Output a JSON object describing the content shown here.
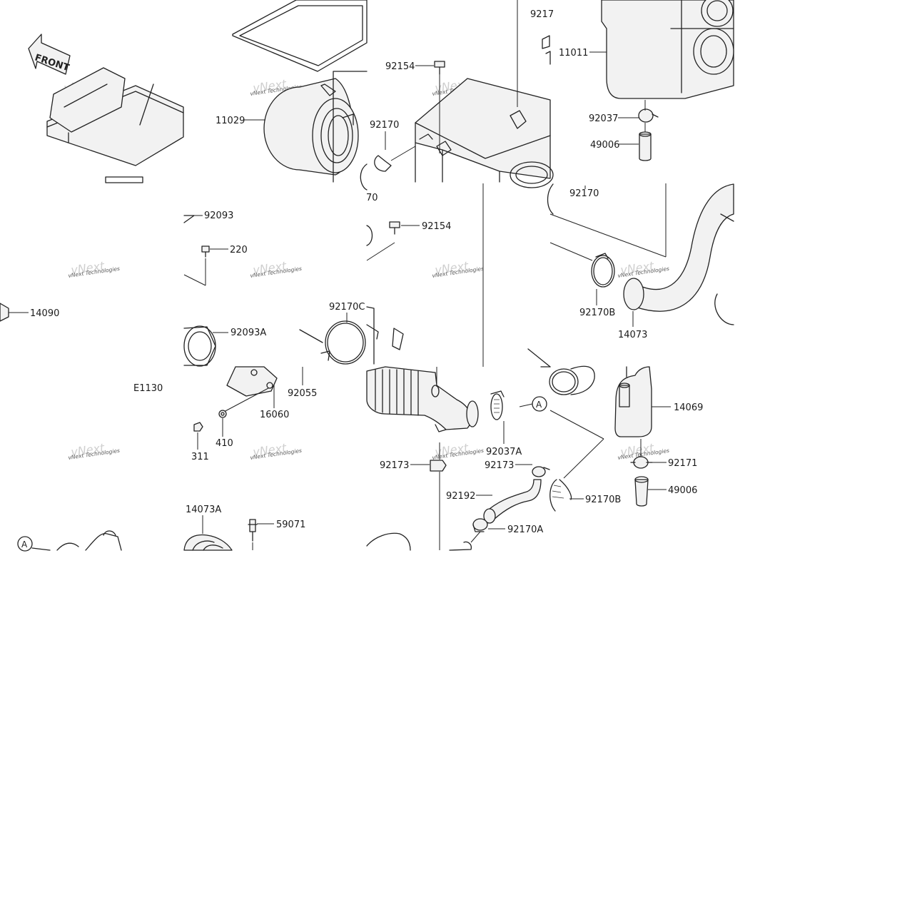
{
  "diagram": {
    "front_label": "FRONT",
    "labels": {
      "l_11029": "11029",
      "l_92154_top": "92154",
      "l_92170_top": "92170",
      "l_9217_cut": "9217",
      "l_11011": "11011",
      "l_92037_top": "92037",
      "l_49006_top": "49006",
      "l_92170_right": "92170",
      "l_70_cut": "70",
      "l_92093": "92093",
      "l_220": "220",
      "l_92154_mid": "92154",
      "l_14090": "14090",
      "l_92170B_top": "92170B",
      "l_14073": "14073",
      "l_92170C": "92170C",
      "l_92093A": "92093A",
      "l_E1130": "E1130",
      "l_92055": "92055",
      "l_16060": "16060",
      "l_410": "410",
      "l_311": "311",
      "l_92037A": "92037A",
      "l_14069": "14069",
      "l_92173_left": "92173",
      "l_92173_right": "92173",
      "l_92171": "92171",
      "l_92192": "92192",
      "l_49006_bot": "49006",
      "l_92170B_bot": "92170B",
      "l_92170A": "92170A",
      "l_14073A": "14073A",
      "l_59071": "59071",
      "l_A_mid": "A",
      "l_A_bot": "A"
    },
    "watermark": "vNext Technologies"
  }
}
